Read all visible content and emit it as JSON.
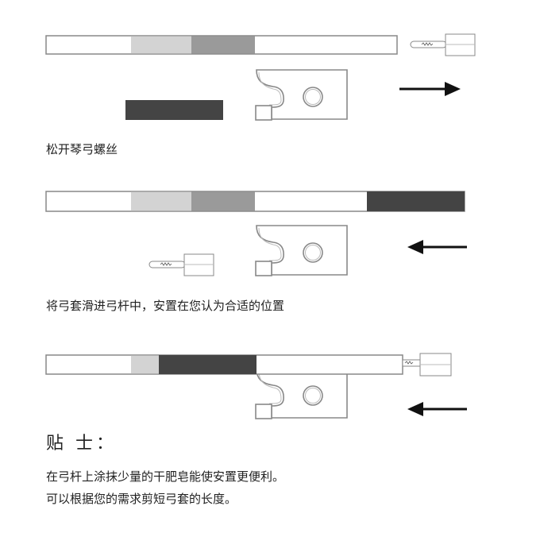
{
  "steps": [
    {
      "caption": "松开琴弓螺丝",
      "arrow": "right"
    },
    {
      "caption": "将弓套滑进弓杆中，安置在您认为合适的位置",
      "arrow": "left"
    },
    {
      "arrow": "left"
    }
  ],
  "tips": {
    "title": "贴 士：",
    "lines": [
      "在弓杆上涂抹少量的干肥皂能使安置更便利。",
      "可以根据您的需求剪短弓套的长度。"
    ]
  },
  "colors": {
    "light": "#d3d3d3",
    "mid": "#9a9a9a",
    "dark": "#444444",
    "line": "#888888"
  }
}
